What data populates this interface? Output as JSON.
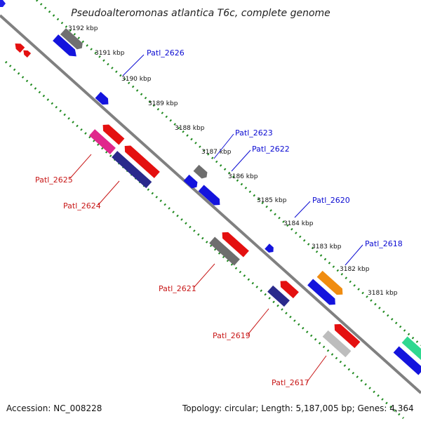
{
  "title": "Pseudoalteromonas atlantica T6c, complete genome",
  "footer": {
    "accession": "Accession: NC_008228",
    "topology": "Topology: circular; Length: 5,187,005 bp; Genes: 4,364"
  },
  "ticks": [
    "3192 kbp",
    "3191 kbp",
    "3190 kbp",
    "3189 kbp",
    "3188 kbp",
    "3187 kbp",
    "3186 kbp",
    "3185 kbp",
    "3184 kbp",
    "3183 kbp",
    "3182 kbp",
    "3181 kbp"
  ],
  "gene_labels": {
    "patl_2626": "Patl_2626",
    "patl_2623": "Patl_2623",
    "patl_2622": "Patl_2622",
    "patl_2620": "Patl_2620",
    "patl_2618": "Patl_2618",
    "patl_2625": "Patl_2625",
    "patl_2624": "Patl_2624",
    "patl_2621": "Patl_2621",
    "patl_2619": "Patl_2619",
    "patl_2617": "Patl_2617"
  },
  "colors": {
    "forward": "#1010e0",
    "reverse": "#e41010",
    "gray": "#6e6e6e",
    "orange": "#f08c10",
    "green": "#30d890",
    "backbone": "#7a7a7a",
    "dots": "#1f8a1f"
  }
}
